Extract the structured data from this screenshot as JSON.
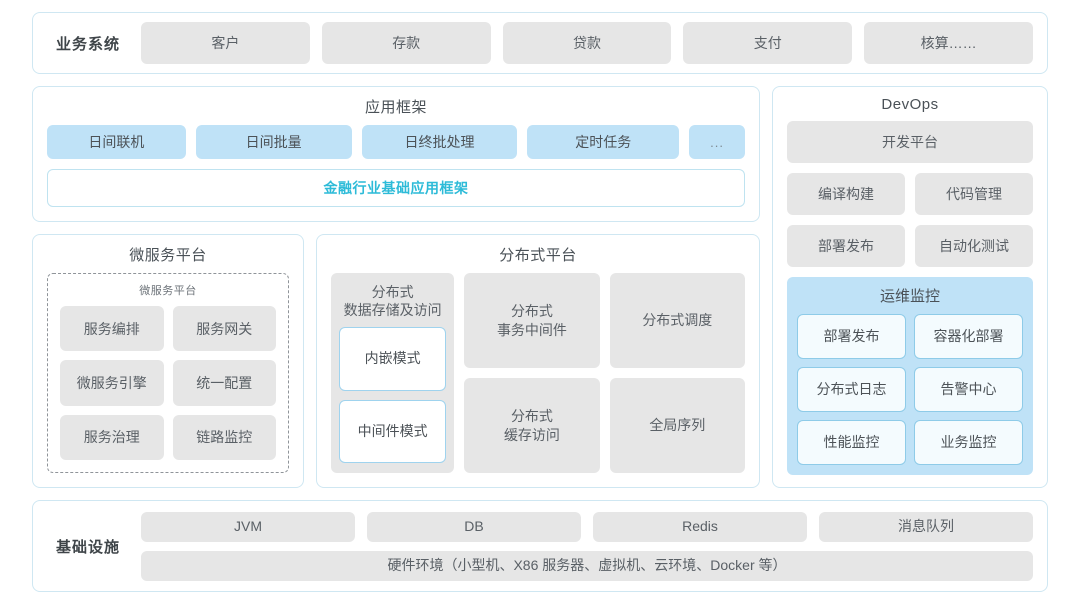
{
  "business_system": {
    "label": "业务系统",
    "items": [
      "客户",
      "存款",
      "贷款",
      "支付",
      "核算……"
    ]
  },
  "app_framework": {
    "title": "应用框架",
    "chips": [
      "日间联机",
      "日间批量",
      "日终批处理",
      "定时任务",
      "..."
    ],
    "base_framework": "金融行业基础应用框架"
  },
  "micro_platform": {
    "title": "微服务平台",
    "inner_title": "微服务平台",
    "items": [
      "服务编排",
      "服务网关",
      "微服务引擎",
      "统一配置",
      "服务治理",
      "链路监控"
    ]
  },
  "dist_platform": {
    "title": "分布式平台",
    "storage": {
      "label": "分布式\n数据存储及访问",
      "label_line1": "分布式",
      "label_line2": "数据存储及访问",
      "modes": [
        "内嵌模式",
        "中间件模式"
      ]
    },
    "cells": [
      {
        "line1": "分布式",
        "line2": "事务中间件"
      },
      {
        "line1": "分布式调度",
        "line2": ""
      },
      {
        "line1": "分布式",
        "line2": "缓存访问"
      },
      {
        "line1": "全局序列",
        "line2": ""
      }
    ]
  },
  "devops": {
    "title": "DevOps",
    "dev_platform": "开发平台",
    "items": [
      "编译构建",
      "代码管理",
      "部署发布",
      "自动化测试"
    ],
    "ops": {
      "title": "运维监控",
      "items": [
        "部署发布",
        "容器化部署",
        "分布式日志",
        "告警中心",
        "性能监控",
        "业务监控"
      ]
    }
  },
  "infrastructure": {
    "label": "基础设施",
    "items": [
      "JVM",
      "DB",
      "Redis",
      "消息队列"
    ],
    "hardware": "硬件环境（小型机、X86 服务器、虚拟机、云环境、Docker 等）"
  },
  "colors": {
    "panel_border": "#cfe7f2",
    "chip_gray": "#e6e6e6",
    "chip_blue": "#bfe2f7",
    "accent_cyan": "#2dbbd8",
    "text": "#5a6066"
  }
}
